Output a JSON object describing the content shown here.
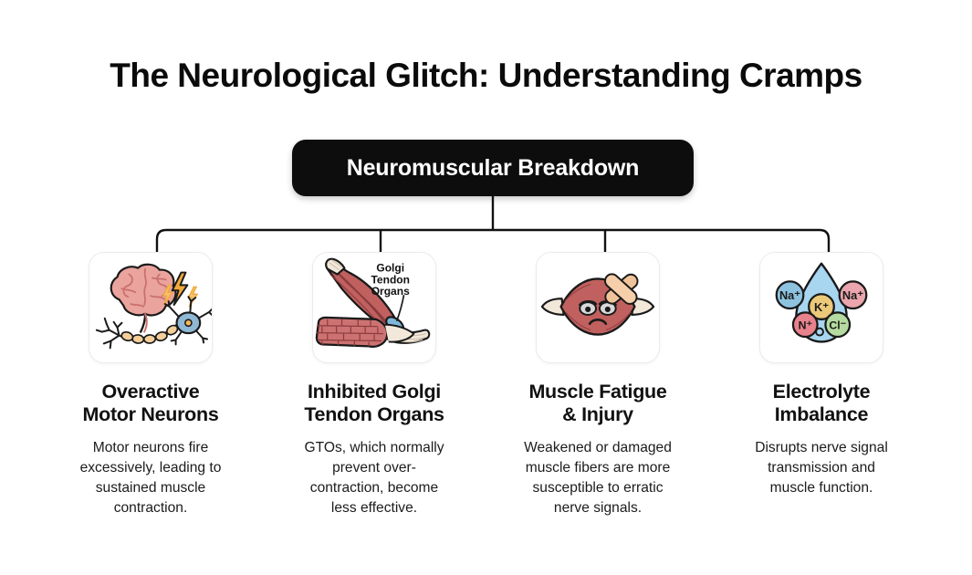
{
  "title": "The Neurological Glitch: Understanding Cramps",
  "root": {
    "label": "Neuromuscular Breakdown"
  },
  "colors": {
    "background": "#ffffff",
    "root_bg": "#0d0d0d",
    "root_text": "#ffffff",
    "title_text": "#0b0b0b",
    "connector": "#111111",
    "card_border": "#ececec",
    "brain_pink": "#eaa39d",
    "bolt_orange": "#f2a93b",
    "neuron_blue": "#8fb8d4",
    "muscle_red": "#c0605f",
    "tendon_cream": "#f0e6d8",
    "gto_blue": "#7fb6d9",
    "bandage_tan": "#f0c49a",
    "droplet_blue": "#a8d5ef",
    "ion_na_blue": "#8ec3e0",
    "ion_na_pink": "#eaa5ad",
    "ion_k_yellow": "#ecc979",
    "ion_n_red": "#e8828c",
    "ion_cl_green": "#b5dba0"
  },
  "branches": [
    {
      "icon": "brain-neuron-icon",
      "title": "Overactive\nMotor Neurons",
      "desc": "Motor neurons fire\nexcessively, leading to\nsustained muscle\ncontraction."
    },
    {
      "icon": "golgi-tendon-organ-icon",
      "icon_label": "Golgi\nTendon\nOrgans",
      "title": "Inhibited Golgi\nTendon Organs",
      "desc": "GTOs, which normally\nprevent over-\ncontraction, become\nless effective."
    },
    {
      "icon": "injured-muscle-icon",
      "title": "Muscle Fatigue\n& Injury",
      "desc": "Weakened or damaged\nmuscle fibers are more\nsusceptible to erratic\nnerve signals."
    },
    {
      "icon": "electrolyte-droplet-icon",
      "ions": [
        "Na⁺",
        "Na⁺",
        "K⁺",
        "N⁺",
        "Cl⁻"
      ],
      "title": "Electrolyte\nImbalance",
      "desc": "Disrupts nerve signal\ntransmission and\nmuscle function."
    }
  ]
}
